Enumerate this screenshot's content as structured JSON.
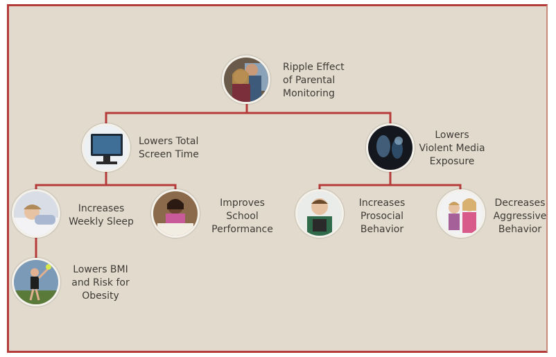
{
  "colors": {
    "frame": "#b53b3b",
    "background": "#e2dbcd",
    "connector": "#b53b3b",
    "text": "#3d3a36"
  },
  "nodes": {
    "root": {
      "lines": [
        "Ripple Effect",
        "of Parental",
        "Monitoring"
      ],
      "icon": "parent-child-computer-photo"
    },
    "screen": {
      "lines": [
        "Lowers Total",
        "Screen Time"
      ],
      "icon": "computer-monitor-photo"
    },
    "violent": {
      "lines": [
        "Lowers",
        "Violent Media",
        "Exposure"
      ],
      "icon": "dark-media-photo"
    },
    "sleep": {
      "lines": [
        "Increases",
        "Weekly Sleep"
      ],
      "icon": "sleeping-child-photo"
    },
    "school": {
      "lines": [
        "Improves",
        "School",
        "Performance"
      ],
      "icon": "student-writing-photo"
    },
    "prosocial": {
      "lines": [
        "Increases",
        "Prosocial",
        "Behavior"
      ],
      "icon": "smiling-student-photo"
    },
    "aggressive": {
      "lines": [
        "Decreases",
        "Aggressive",
        "Behavior"
      ],
      "icon": "arguing-girls-photo"
    },
    "bmi": {
      "lines": [
        "Lowers BMI",
        "and Risk for",
        "Obesity"
      ],
      "icon": "tennis-player-photo"
    }
  }
}
